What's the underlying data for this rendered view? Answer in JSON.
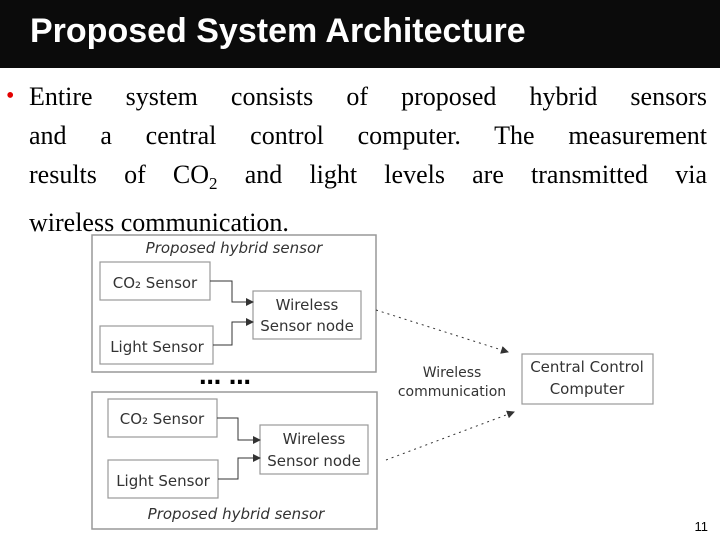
{
  "slide": {
    "title": "Proposed System Architecture",
    "bullet": {
      "line1": "Entire system consists of proposed hybrid sensors",
      "line2": "and a central control computer. The measurement",
      "line3_pre": "results of CO",
      "line3_sub": "2",
      "line3_post": " and light levels are transmitted via",
      "line4": "wireless communication."
    },
    "page_number": "11"
  },
  "diagram": {
    "sensor_top": {
      "caption": "Proposed hybrid sensor",
      "co2": "CO₂ Sensor",
      "light": "Light Sensor",
      "node_line1": "Wireless",
      "node_line2": "Sensor node"
    },
    "ellipsis": "… …",
    "sensor_bottom": {
      "caption": "Proposed hybrid sensor",
      "co2": "CO₂ Sensor",
      "light": "Light Sensor",
      "node_line1": "Wireless",
      "node_line2": "Sensor node"
    },
    "link_label_line1": "Wireless",
    "link_label_line2": "communication",
    "central_line1": "Central Control",
    "central_line2": "Computer"
  }
}
